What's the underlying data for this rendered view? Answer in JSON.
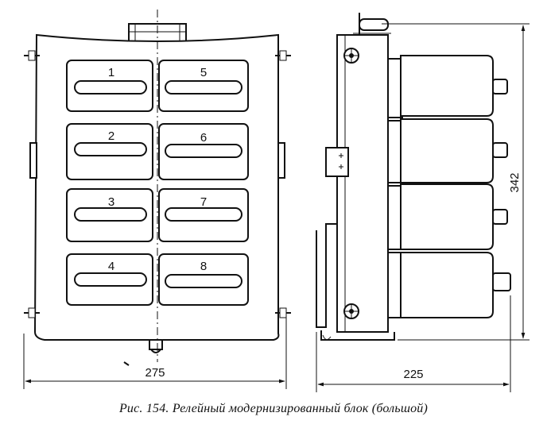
{
  "front_view": {
    "relays": [
      {
        "number": "1"
      },
      {
        "number": "5"
      },
      {
        "number": "2"
      },
      {
        "number": "6"
      },
      {
        "number": "3"
      },
      {
        "number": "7"
      },
      {
        "number": "4"
      },
      {
        "number": "8"
      }
    ],
    "width_dimension": "275"
  },
  "side_view": {
    "height_dimension": "342",
    "depth_dimension": "225"
  },
  "caption": "Рис. 154. Релейный модернизированный блок (большой)"
}
